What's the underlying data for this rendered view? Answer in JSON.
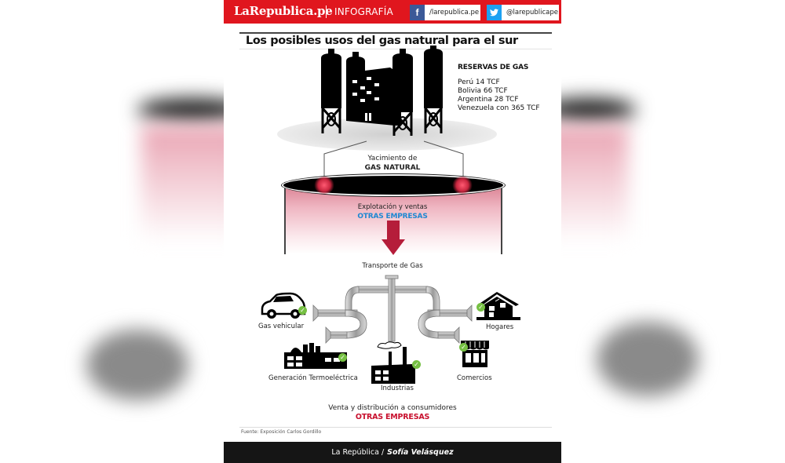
{
  "header": {
    "brand": "LaRepublica.pe",
    "section": "INFOGRAFÍA",
    "facebook": {
      "icon": "facebook-icon",
      "glyph": "f",
      "handle": "/larepublica.pe"
    },
    "twitter": {
      "icon": "twitter-icon",
      "glyph": "🐦",
      "handle": "@larepublicape"
    },
    "colors": {
      "brand_red": "#e0161e",
      "facebook_blue": "#3b5998",
      "twitter_blue": "#1da1f2"
    }
  },
  "title": "Los posibles usos del gas natural para el sur",
  "reserves": {
    "heading": "RESERVAS DE GAS",
    "items": [
      "Perú 14 TCF",
      "Bolivia  66 TCF",
      "Argentina  28 TCF",
      "Venezuela con 365 TCF"
    ]
  },
  "field": {
    "line1": "Yacimiento de",
    "line2": "GAS NATURAL"
  },
  "exploitation": {
    "line1": "Explotación y ventas",
    "line2": "OTRAS EMPRESAS",
    "color": "#1e88d2"
  },
  "transport": "Transporte de Gas",
  "uses": [
    {
      "label": "Gas vehicular",
      "icon": "car-icon"
    },
    {
      "label": "Generación Termoeléctrica",
      "icon": "power-plant-icon"
    },
    {
      "label": "Industrias",
      "icon": "factory-icon"
    },
    {
      "label": "Comercios",
      "icon": "shop-icon"
    },
    {
      "label": "Hogares",
      "icon": "house-icon"
    }
  ],
  "check_glyph": "✓",
  "distribution": {
    "line1": "Venta y distribución a consumidores",
    "line2": "OTRAS EMPRESAS",
    "color": "#c8102e"
  },
  "source": "Fuente: Exposición Carlos Gordillo",
  "footer": {
    "publication": "La República /",
    "author": "Sofía Velásquez"
  }
}
